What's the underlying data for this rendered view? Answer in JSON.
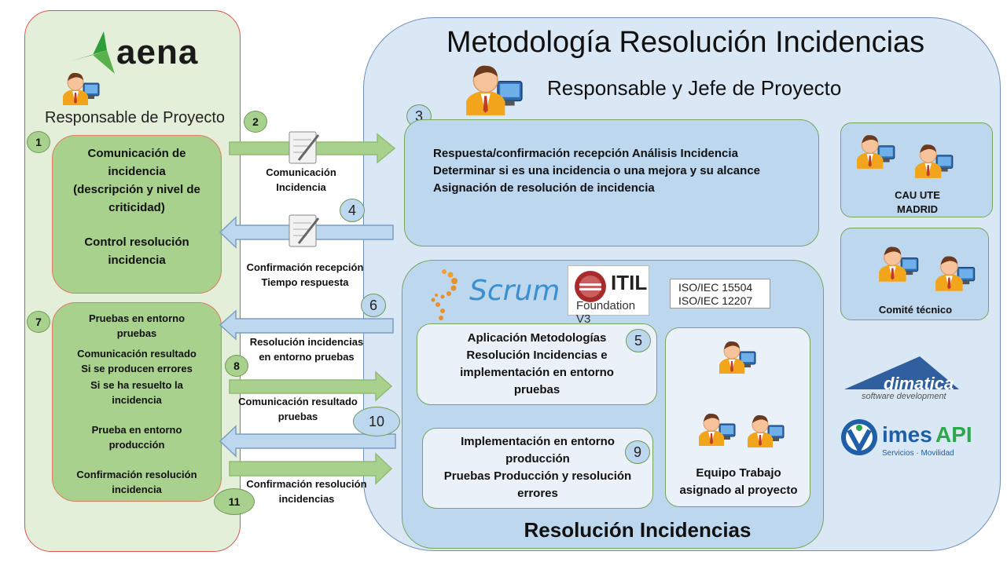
{
  "title": "Metodología Resolución Incidencias",
  "subtitle": "Responsable y Jefe de Proyecto",
  "left_panel": {
    "logo": "aena",
    "role": "Responsable de Proyecto",
    "box1": {
      "line1": "Comunicación de",
      "line2": "incidencia",
      "line3": "(descripción y nivel de",
      "line4": "criticidad)",
      "line5": "Control resolución",
      "line6": "incidencia"
    },
    "box7": {
      "l1": "Pruebas en entorno",
      "l2": "pruebas",
      "l3": "Comunicación resultado",
      "l4": "Si se producen errores",
      "l5": "Si se ha resuelto la",
      "l6": "incidencia",
      "l7": "Prueba en entorno",
      "l8": "producción",
      "l9": "Confirmación resolución",
      "l10": "incidencia"
    }
  },
  "steps": {
    "n1": "1",
    "n2": "2",
    "n3": "3",
    "n4": "4",
    "n5": "5",
    "n6": "6",
    "n7": "7",
    "n8": "8",
    "n9": "9",
    "n10": "10",
    "n11": "11"
  },
  "arrows": {
    "a2": [
      "Comunicación",
      "Incidencia"
    ],
    "a4": [
      "Confirmación recepción",
      "Tiempo respuesta"
    ],
    "a6": [
      "Resolución incidencias",
      "en entorno pruebas"
    ],
    "a8": [
      "Comunicación resultado",
      "pruebas"
    ],
    "a11": [
      "Confirmación resolución",
      "incidencias"
    ]
  },
  "box3": {
    "l1": "Respuesta/confirmación recepción Análisis Incidencia",
    "l2": "Determinar si es una incidencia o una mejora y su alcance",
    "l3": "Asignación de resolución de incidencia"
  },
  "logos": {
    "scrum": "Scrum",
    "itil": "ITIL",
    "itil_sub": "Foundation V3",
    "iso1": "ISO/IEC 15504",
    "iso2": "ISO/IEC 12207",
    "dimatica": "dimatica",
    "dimatica_sub": "software development",
    "imes": "imes",
    "api": "API",
    "imes_sub": "Servicios · Movilidad"
  },
  "box5": {
    "l1": "Aplicación Metodologías",
    "l2": "Resolución Incidencias e",
    "l3": "implementación en entorno",
    "l4": "pruebas"
  },
  "box9": {
    "l1": "Implementación en entorno",
    "l2": "producción",
    "l3": "Pruebas Producción y resolución",
    "l4": "errores"
  },
  "team": [
    "Equipo Trabajo",
    "asignado al proyecto"
  ],
  "cau": [
    "CAU UTE",
    "MADRID"
  ],
  "comite": "Comité técnico",
  "resolution_title": "Resolución Incidencias",
  "colors": {
    "green_panel": "#e3efd8",
    "green_box": "#a9d18e",
    "blue_panel": "#dae7f4",
    "blue_box": "#bdd7ee",
    "red_border": "#d9534f"
  }
}
